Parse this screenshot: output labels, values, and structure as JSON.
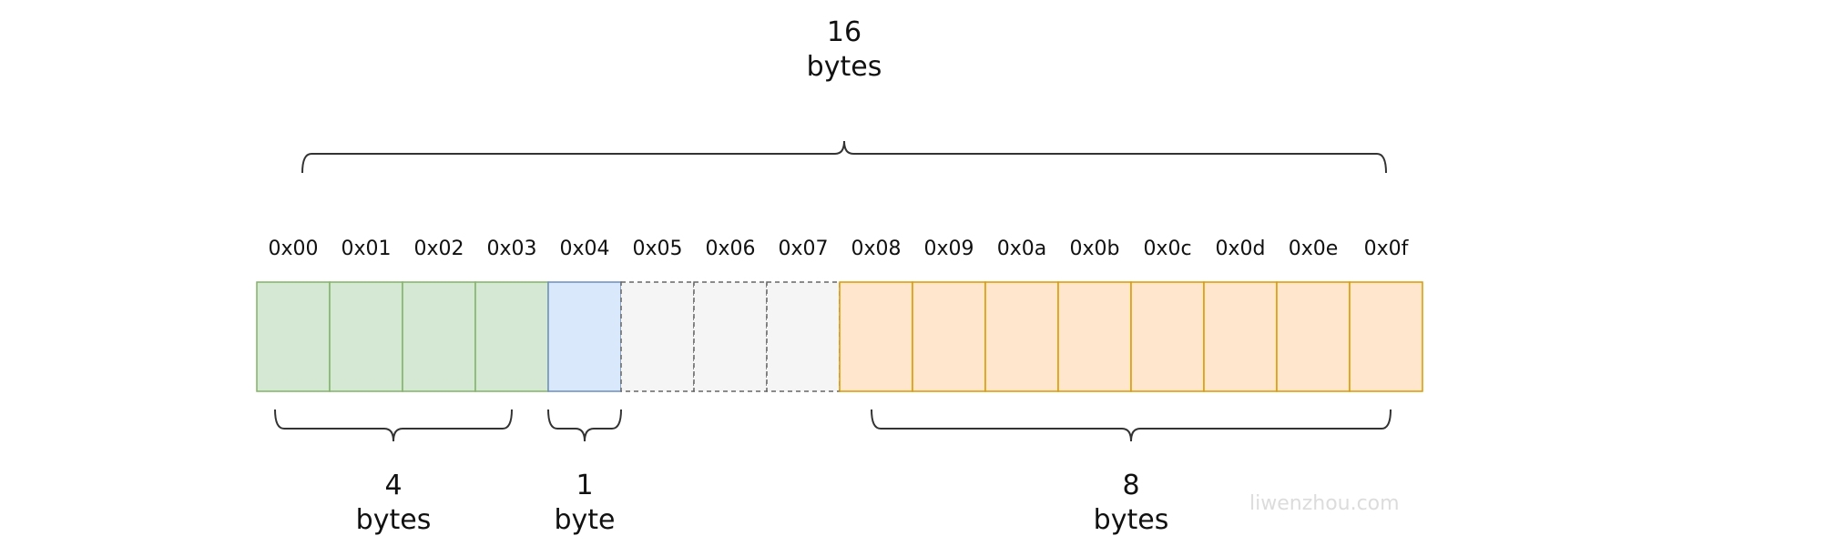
{
  "cells": [
    {
      "label": "0x00",
      "group": "used"
    },
    {
      "label": "0x01",
      "group": "used"
    },
    {
      "label": "0x02",
      "group": "used"
    },
    {
      "label": "0x03",
      "group": "used"
    },
    {
      "label": "0x04",
      "group": "single"
    },
    {
      "label": "0x05",
      "group": "padding"
    },
    {
      "label": "0x06",
      "group": "padding"
    },
    {
      "label": "0x07",
      "group": "padding"
    },
    {
      "label": "0x08",
      "group": "wide"
    },
    {
      "label": "0x09",
      "group": "wide"
    },
    {
      "label": "0x0a",
      "group": "wide"
    },
    {
      "label": "0x0b",
      "group": "wide"
    },
    {
      "label": "0x0c",
      "group": "wide"
    },
    {
      "label": "0x0d",
      "group": "wide"
    },
    {
      "label": "0x0e",
      "group": "wide"
    },
    {
      "label": "0x0f",
      "group": "wide"
    }
  ],
  "styles": {
    "used": {
      "fill": "#d5e8d4",
      "stroke": "#82b366",
      "dashed": false
    },
    "single": {
      "fill": "#dae8fc",
      "stroke": "#6c8ebf",
      "dashed": false
    },
    "padding": {
      "fill": "#f5f5f5",
      "stroke": "#666666",
      "dashed": true
    },
    "wide": {
      "fill": "#ffe6cc",
      "stroke": "#d79b00",
      "dashed": false
    }
  },
  "total": {
    "number": "16",
    "unit": "bytes",
    "first": 0,
    "last": 15
  },
  "groups": [
    {
      "id": "four",
      "number": "4",
      "unit": "bytes",
      "first": 0,
      "last": 3
    },
    {
      "id": "one",
      "number": "1",
      "unit": "byte",
      "first": 4,
      "last": 4
    },
    {
      "id": "eight",
      "number": "8",
      "unit": "bytes",
      "first": 8,
      "last": 15
    }
  ],
  "watermark": "liwenzhou.com"
}
